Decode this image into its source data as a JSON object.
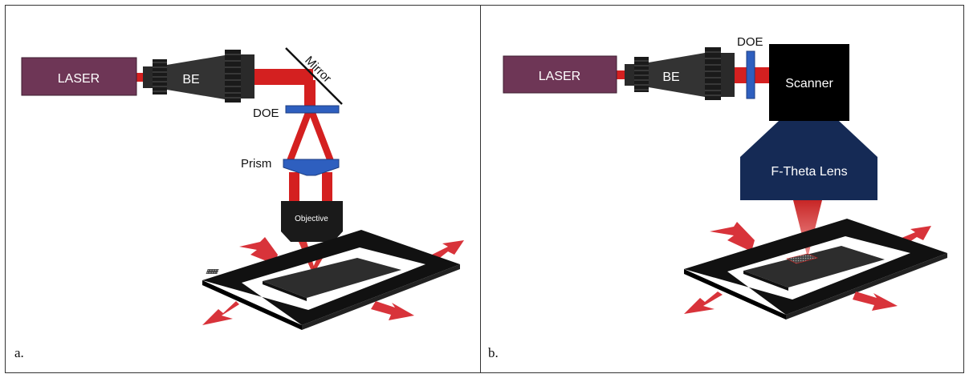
{
  "panel_a": {
    "laser_label": "LASER",
    "be_label": "BE",
    "mirror_label": "Mirror",
    "doe_label": "DOE",
    "prism_label": "Prism",
    "objective_label": "Objective",
    "caption": "a."
  },
  "panel_b": {
    "laser_label": "LASER",
    "be_label": "BE",
    "doe_label": "DOE",
    "scanner_label": "Scanner",
    "lens_label": "F-Theta Lens",
    "caption": "b."
  },
  "colors": {
    "laser_box": "#6e3656",
    "beam": "#d42020",
    "doe": "#2e5fbf",
    "lens_navy": "#152a55",
    "arrow": "#d8333a",
    "stage": "#111111"
  }
}
